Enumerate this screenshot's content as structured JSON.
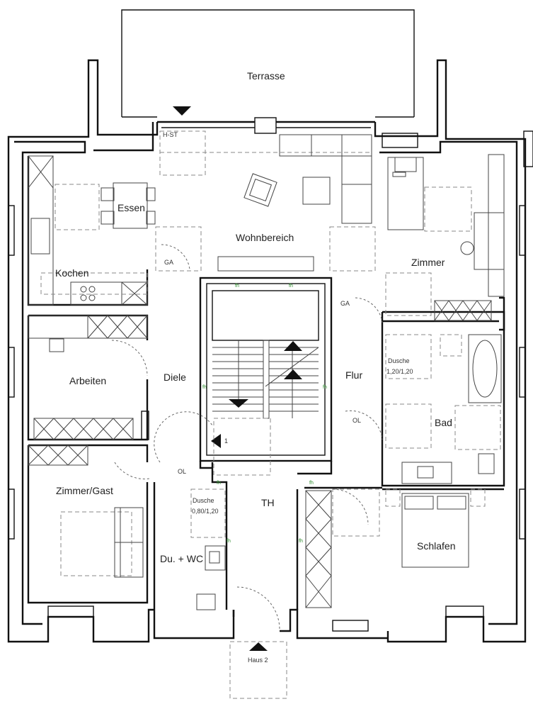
{
  "rooms": {
    "terrace": "Terrasse",
    "living": "Wohnbereich",
    "dining": "Essen",
    "kitchen": "Kochen",
    "room": "Zimmer",
    "study": "Arbeiten",
    "hall": "Diele",
    "corridor": "Flur",
    "bath": "Bad",
    "guest": "Zimmer/Gast",
    "stair": "TH",
    "shower_wc": "Du. + WC",
    "bedroom": "Schlafen"
  },
  "labels": {
    "hst": "H-ST",
    "ga_left": "GA",
    "ga_right": "GA",
    "ol_left": "OL",
    "ol_right": "OL",
    "shower_big_1": "Dusche",
    "shower_big_2": "1,20/1,20",
    "shower_small_1": "Dusche",
    "shower_small_2": "0,80/1,20",
    "stair_number": "1",
    "entrance": "Haus 2",
    "fh": "fh"
  }
}
